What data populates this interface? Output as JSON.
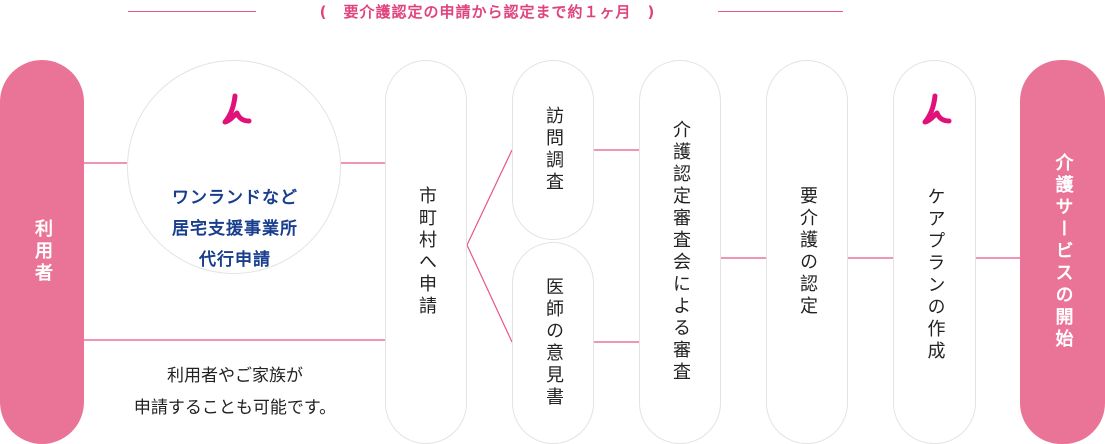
{
  "timeline": {
    "text": "(　要介護認定の申請から認定まで約１ヶ月　)"
  },
  "user": {
    "label": "利用者"
  },
  "agency": {
    "lines": [
      "ワンランドなど",
      "居宅支援事業所",
      "代行申請"
    ]
  },
  "self_note": {
    "lines": [
      "利用者やご家族が",
      "申請することも可能です。"
    ]
  },
  "steps": {
    "municipality": "市町村へ申請",
    "visit": "訪問調査",
    "doctor": "医師の意見書",
    "review": "介護認定審査会による審査",
    "certification": "要介護の認定",
    "careplan": "ケアプランの作成",
    "start": "介護サービスの開始"
  },
  "colors": {
    "accent": "#e0447f",
    "pill_pink": "#ea7497",
    "navy": "#1a3e8e",
    "line": "#e8568e"
  },
  "icons": [
    "brand-logo-icon"
  ]
}
